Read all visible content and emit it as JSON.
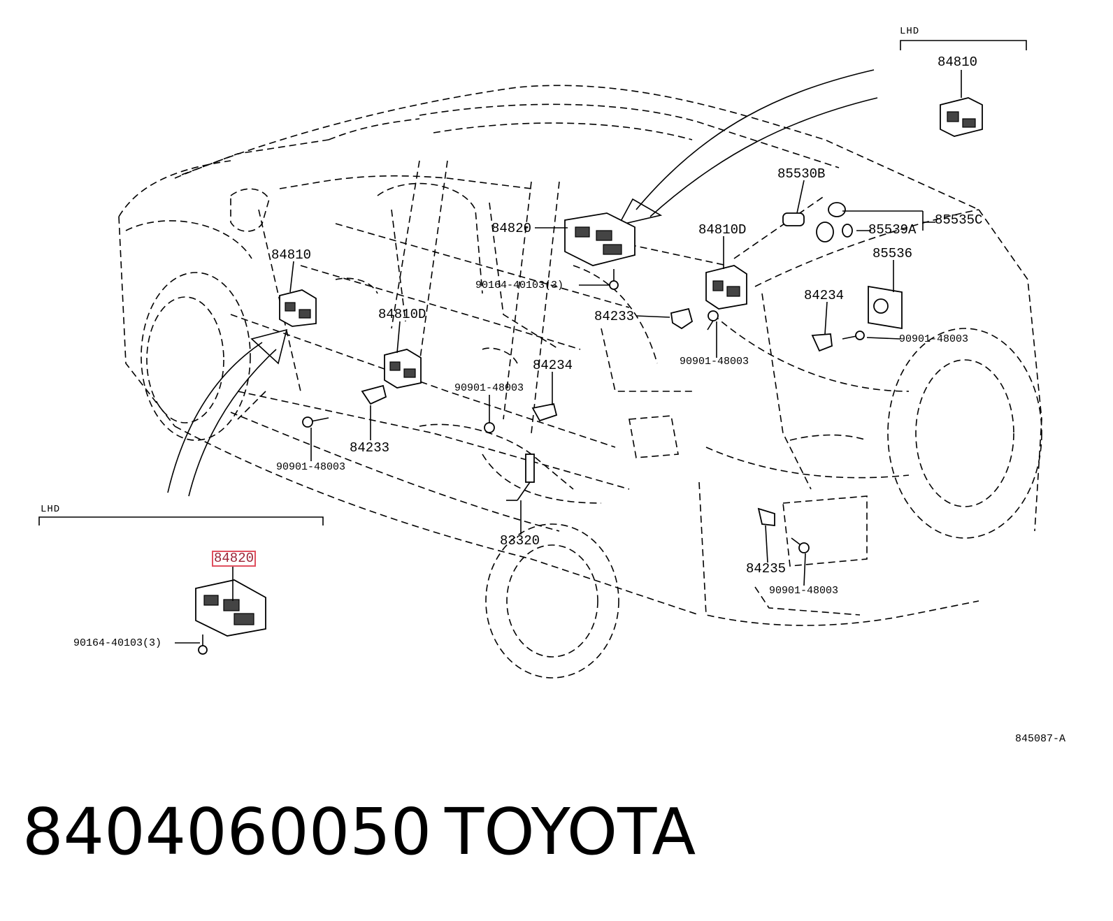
{
  "footer": {
    "part_number": "8404060050",
    "brand": "TOYOTA"
  },
  "figure_id": "845087-A",
  "lhd_labels": {
    "top_right": "LHD",
    "bottom_left": "LHD"
  },
  "callouts": {
    "c84810_tr": "84810",
    "c85530b": "85530B",
    "c85539a": "85539A",
    "c85535c": "85535C",
    "c85536": "85536",
    "c84234_r": "84234",
    "c90901_r": "90901-48003",
    "c84820_top": "84820",
    "c84810d_r": "84810D",
    "c90164_top": "90164-40103(3)",
    "c84233_r": "84233",
    "c90901_mr": "90901-48003",
    "c84810_l": "84810",
    "c84810d_m": "84810D",
    "c84234_m": "84234",
    "c90901_m": "90901-48003",
    "c84233_l": "84233",
    "c90901_l": "90901-48003",
    "c83320": "83320",
    "c84235": "84235",
    "c90901_b": "90901-48003",
    "c84820_hl": "84820",
    "c90164_bl": "90164-40103(3)"
  },
  "highlight": {
    "part": "84820",
    "color": "#e0505f"
  },
  "icons": [
    "window-switch-icon",
    "bolt-icon",
    "clip-icon",
    "lamp-icon",
    "arrow-icon"
  ]
}
